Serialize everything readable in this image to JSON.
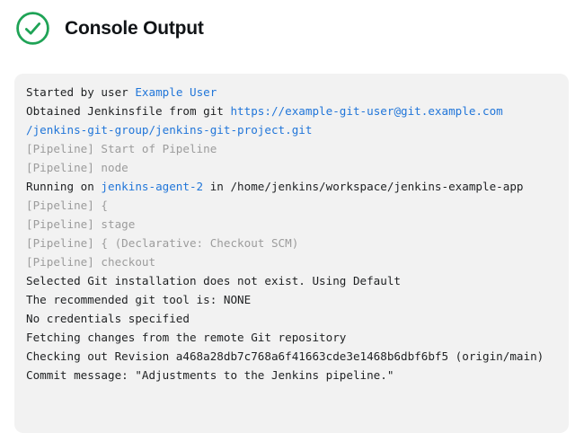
{
  "header": {
    "title": "Console Output",
    "status_icon": "check-circle-icon",
    "status_color": "#1fa356"
  },
  "colors": {
    "console_background": "#f2f2f2",
    "text_plain": "#1e2022",
    "text_muted": "#9c9c9c",
    "text_link": "#2176d9",
    "success_green": "#1fa356"
  },
  "console": {
    "lines": [
      {
        "segments": [
          {
            "style": "plain",
            "text": "Started by user "
          },
          {
            "style": "link",
            "text": "Example User"
          }
        ]
      },
      {
        "segments": [
          {
            "style": "plain",
            "text": "Obtained Jenkinsfile from git "
          },
          {
            "style": "link",
            "text": "https://example-git-user@git.example.com"
          }
        ]
      },
      {
        "segments": [
          {
            "style": "link",
            "text": "/jenkins-git-group/jenkins-git-project.git"
          }
        ]
      },
      {
        "segments": [
          {
            "style": "muted",
            "text": "[Pipeline] Start of Pipeline"
          }
        ]
      },
      {
        "segments": [
          {
            "style": "muted",
            "text": "[Pipeline] node"
          }
        ]
      },
      {
        "segments": [
          {
            "style": "plain",
            "text": "Running on "
          },
          {
            "style": "link",
            "text": "jenkins-agent-2"
          },
          {
            "style": "plain",
            "text": " in /home/jenkins/workspace/jenkins-example-app"
          }
        ]
      },
      {
        "segments": [
          {
            "style": "muted",
            "text": "[Pipeline] {"
          }
        ]
      },
      {
        "segments": [
          {
            "style": "muted",
            "text": "[Pipeline] stage"
          }
        ]
      },
      {
        "segments": [
          {
            "style": "muted",
            "text": "[Pipeline] { (Declarative: Checkout SCM)"
          }
        ]
      },
      {
        "segments": [
          {
            "style": "muted",
            "text": "[Pipeline] checkout"
          }
        ]
      },
      {
        "segments": [
          {
            "style": "plain",
            "text": "Selected Git installation does not exist. Using Default"
          }
        ]
      },
      {
        "segments": [
          {
            "style": "plain",
            "text": "The recommended git tool is: NONE"
          }
        ]
      },
      {
        "segments": [
          {
            "style": "plain",
            "text": "No credentials specified"
          }
        ]
      },
      {
        "segments": [
          {
            "style": "plain",
            "text": "Fetching changes from the remote Git repository"
          }
        ]
      },
      {
        "segments": [
          {
            "style": "plain",
            "text": "Checking out Revision a468a28db7c768a6f41663cde3e1468b6dbf6bf5 (origin/main)"
          }
        ]
      },
      {
        "segments": [
          {
            "style": "plain",
            "text": "Commit message: \"Adjustments to the Jenkins pipeline.\""
          }
        ]
      }
    ]
  }
}
